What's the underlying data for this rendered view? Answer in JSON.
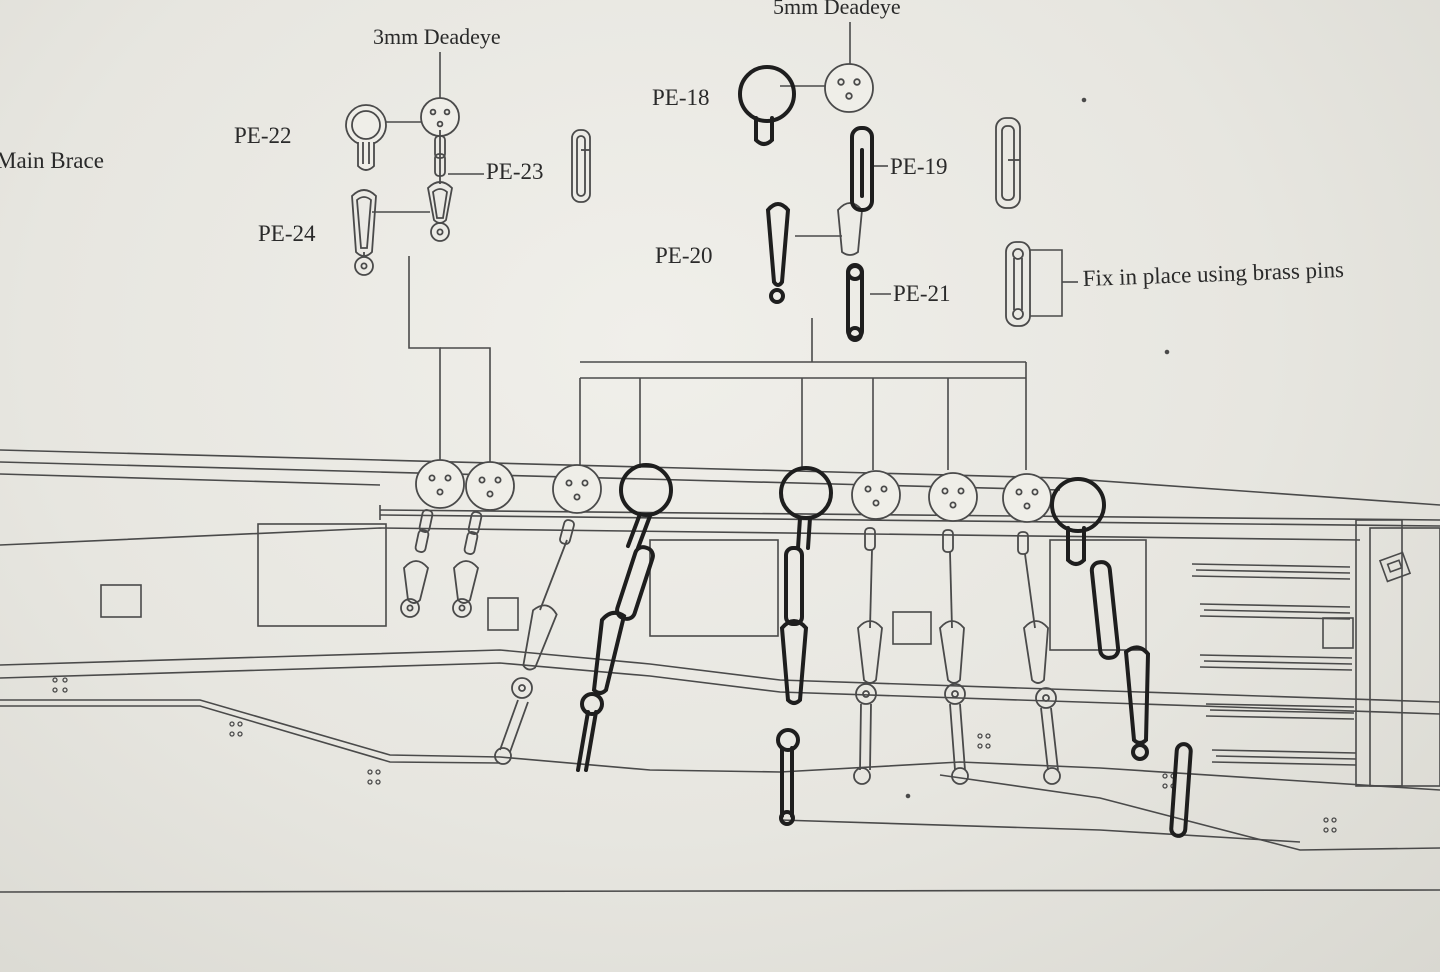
{
  "diagram": {
    "labels": {
      "main_brace": "Main Brace",
      "deadeye_3mm": "3mm Deadeye",
      "deadeye_5mm": "5mm Deadeye",
      "pe18": "PE-18",
      "pe19": "PE-19",
      "pe20": "PE-20",
      "pe21": "PE-21",
      "pe22": "PE-22",
      "pe23": "PE-23",
      "pe24": "PE-24",
      "fix_note": "Fix in place using brass pins"
    },
    "colors": {
      "paper": "#ebeae4",
      "line_print": "#4a4a4a",
      "etched_part": "#1e1e1e"
    }
  }
}
